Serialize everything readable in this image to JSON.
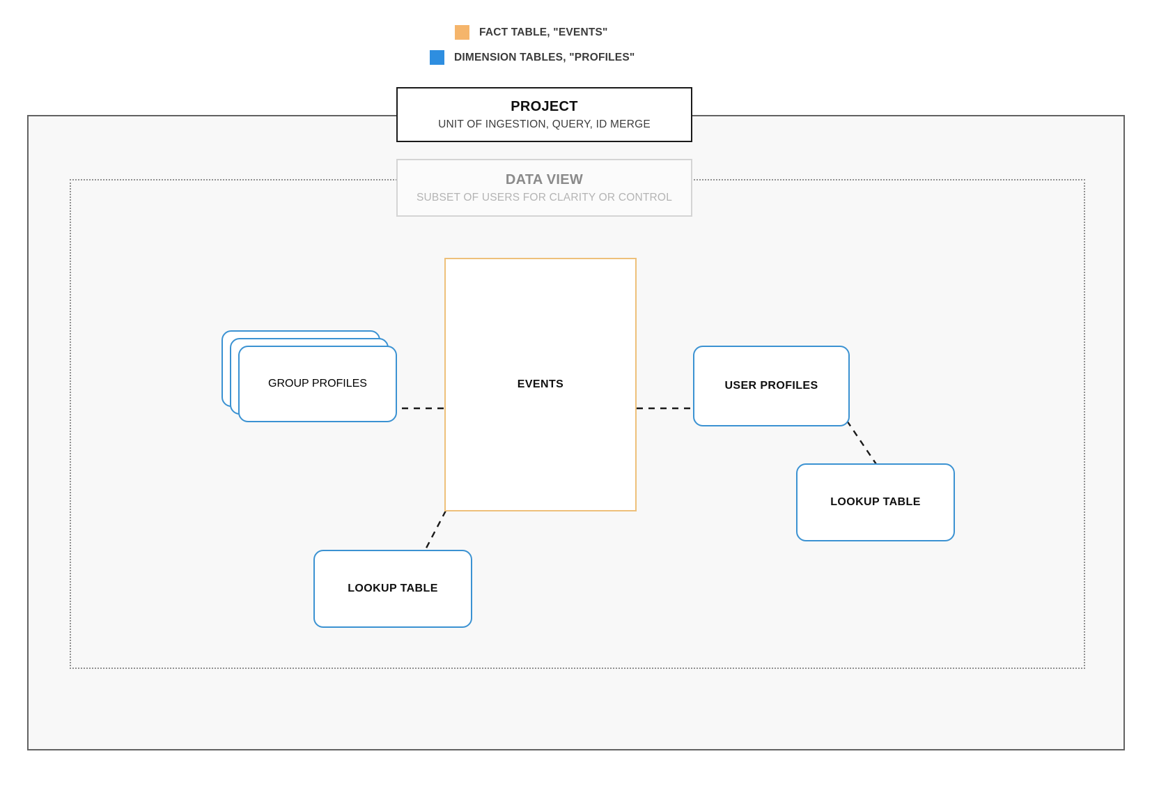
{
  "legend": {
    "items": [
      {
        "id": "fact",
        "label": "FACT TABLE, \"EVENTS\"",
        "color": "#f5b56b",
        "swatch_icon": "square-swatch-icon"
      },
      {
        "id": "dimension",
        "label": "DIMENSION TABLES, \"PROFILES\"",
        "color": "#2e8ee0",
        "swatch_icon": "square-swatch-icon"
      }
    ]
  },
  "project": {
    "title": "PROJECT",
    "subtitle": "UNIT OF INGESTION, QUERY, ID MERGE",
    "border_color": "#1a1a1a",
    "background_color": "#f8f8f8"
  },
  "data_view": {
    "title": "DATA VIEW",
    "subtitle": "SUBSET OF USERS FOR CLARITY OR CONTROL",
    "border_color": "#d4d4d4"
  },
  "nodes": {
    "events": {
      "label": "EVENTS",
      "kind": "fact-table",
      "border_color": "#eec07a"
    },
    "group_profiles": {
      "label": "GROUP PROFILES",
      "kind": "dimension-table-stack",
      "border_color": "#3b92d2",
      "stack_count": 3
    },
    "user_profiles": {
      "label": "USER PROFILES",
      "kind": "dimension-table",
      "border_color": "#3b92d2"
    },
    "lookup_left": {
      "label": "LOOKUP TABLE",
      "kind": "dimension-table",
      "border_color": "#3b92d2"
    },
    "lookup_right": {
      "label": "LOOKUP TABLE",
      "kind": "dimension-table",
      "border_color": "#3b92d2"
    }
  },
  "connectors": [
    {
      "id": "group-to-events",
      "from": "group_profiles",
      "to": "events",
      "style": "dashed"
    },
    {
      "id": "events-to-user",
      "from": "events",
      "to": "user_profiles",
      "style": "dashed"
    },
    {
      "id": "events-to-lookup-left",
      "from": "events",
      "to": "lookup_left",
      "style": "dashed"
    },
    {
      "id": "user-to-lookup-right",
      "from": "user_profiles",
      "to": "lookup_right",
      "style": "dashed"
    }
  ]
}
